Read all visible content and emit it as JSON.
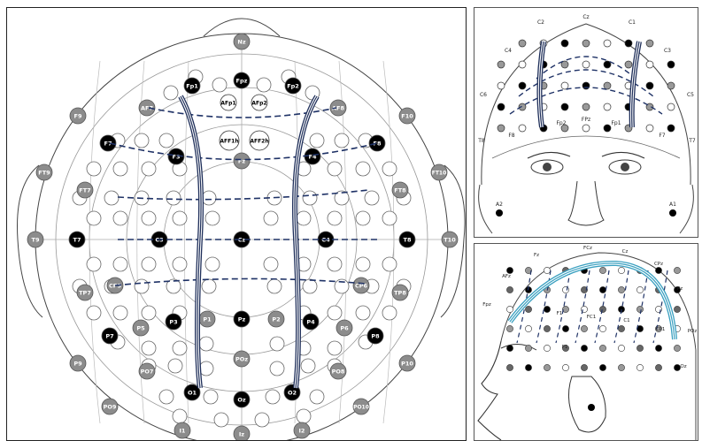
{
  "main_electrodes": [
    {
      "label": "Nz",
      "style": "gray"
    },
    {
      "label": "Fpz",
      "style": "black"
    },
    {
      "label": "Fp1",
      "style": "black"
    },
    {
      "label": "Fp2",
      "style": "black"
    },
    {
      "label": "AFp1",
      "style": "white"
    },
    {
      "label": "AFp2",
      "style": "white"
    },
    {
      "label": "AF7",
      "style": "gray"
    },
    {
      "label": "AF8",
      "style": "gray"
    },
    {
      "label": "AFF1h",
      "style": "white"
    },
    {
      "label": "AFF2h",
      "style": "white"
    },
    {
      "label": "F3",
      "style": "black"
    },
    {
      "label": "Fz",
      "style": "gray"
    },
    {
      "label": "F4",
      "style": "black"
    },
    {
      "label": "F7",
      "style": "black"
    },
    {
      "label": "F8",
      "style": "black"
    },
    {
      "label": "F9",
      "style": "gray"
    },
    {
      "label": "F10",
      "style": "gray"
    },
    {
      "label": "FT9",
      "style": "gray"
    },
    {
      "label": "FT10",
      "style": "gray"
    },
    {
      "label": "FT7",
      "style": "gray"
    },
    {
      "label": "FT8",
      "style": "gray"
    },
    {
      "label": "T9",
      "style": "gray"
    },
    {
      "label": "T7",
      "style": "black"
    },
    {
      "label": "C3",
      "style": "black"
    },
    {
      "label": "Cz",
      "style": "black"
    },
    {
      "label": "C4",
      "style": "black"
    },
    {
      "label": "T8",
      "style": "black"
    },
    {
      "label": "T10",
      "style": "gray"
    },
    {
      "label": "TP7",
      "style": "gray"
    },
    {
      "label": "TP8",
      "style": "gray"
    },
    {
      "label": "CP5",
      "style": "gray"
    },
    {
      "label": "CP6",
      "style": "gray"
    },
    {
      "label": "P7",
      "style": "black"
    },
    {
      "label": "P5",
      "style": "gray"
    },
    {
      "label": "P3",
      "style": "black"
    },
    {
      "label": "P1",
      "style": "gray"
    },
    {
      "label": "Pz",
      "style": "black"
    },
    {
      "label": "P2",
      "style": "gray"
    },
    {
      "label": "P4",
      "style": "black"
    },
    {
      "label": "P6",
      "style": "gray"
    },
    {
      "label": "P8",
      "style": "black"
    },
    {
      "label": "P9",
      "style": "gray"
    },
    {
      "label": "P10",
      "style": "gray"
    },
    {
      "label": "PO7",
      "style": "gray"
    },
    {
      "label": "PO8",
      "style": "gray"
    },
    {
      "label": "PO9",
      "style": "gray"
    },
    {
      "label": "PO10",
      "style": "gray"
    },
    {
      "label": "POz",
      "style": "gray"
    },
    {
      "label": "O1",
      "style": "black"
    },
    {
      "label": "Oz",
      "style": "black"
    },
    {
      "label": "O2",
      "style": "black"
    },
    {
      "label": "I1",
      "style": "gray"
    },
    {
      "label": "Iz",
      "style": "gray"
    },
    {
      "label": "I2",
      "style": "gray"
    }
  ],
  "front_labels": [
    "Cz",
    "C2",
    "C1",
    "C4",
    "C3",
    "C6",
    "C5",
    "T8",
    "T7",
    "Fp2",
    "Fp1",
    "FPz",
    "F8",
    "F7",
    "A2",
    "A1"
  ],
  "side_labels": [
    "Fz",
    "FCz",
    "Cz",
    "AFz",
    "CPz",
    "Pz",
    "Fpz",
    "POz",
    "F1",
    "FC1",
    "C1",
    "CP1",
    "P1",
    "Oz"
  ],
  "colors": {
    "black_electrode": "#000000",
    "gray_electrode": "#8c8c8c",
    "white_electrode": "#ffffff",
    "strip_main": "#1f2f5a",
    "strip_side": "#3aa0c0",
    "dash_line": "#1f3266",
    "outline": "#444444"
  }
}
